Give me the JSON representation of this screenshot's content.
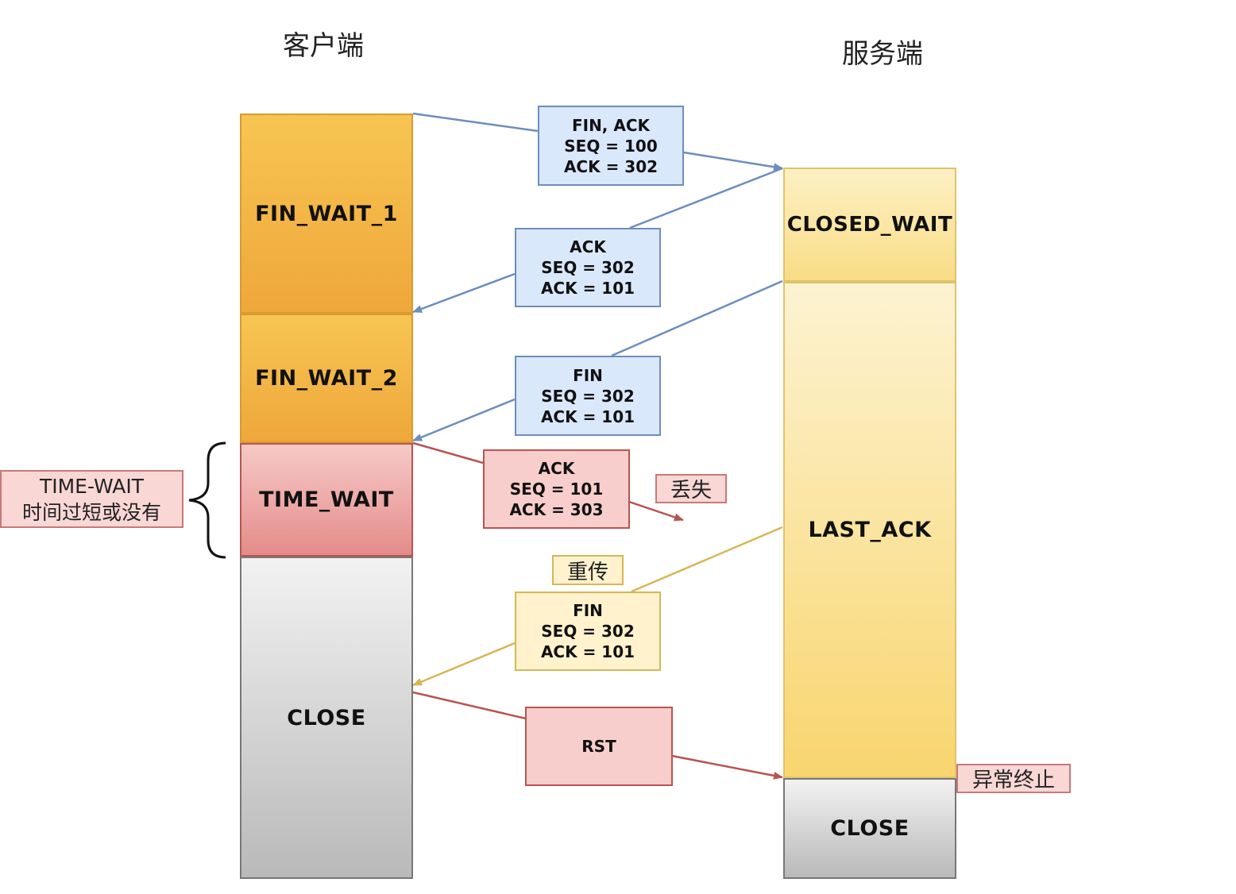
{
  "headers": {
    "client": "客户端",
    "server": "服务端"
  },
  "client_states": [
    {
      "label": "FIN_WAIT_1",
      "color": "#f5b942"
    },
    {
      "label": "FIN_WAIT_2",
      "color": "#f5b942"
    },
    {
      "label": "TIME_WAIT",
      "color": "#e88a8a"
    },
    {
      "label": "CLOSE",
      "color": "#d4d4d4"
    }
  ],
  "server_states": [
    {
      "label": "CLOSED_WAIT",
      "color": "#fae08a"
    },
    {
      "label": "LAST_ACK",
      "color": "#fae08a"
    },
    {
      "label": "CLOSE",
      "color": "#d4d4d4"
    }
  ],
  "messages": [
    {
      "lines": [
        "FIN, ACK",
        "SEQ = 100",
        "ACK = 302"
      ],
      "direction": "client-to-server",
      "style": "blue"
    },
    {
      "lines": [
        "ACK",
        "SEQ = 302",
        "ACK = 101"
      ],
      "direction": "server-to-client",
      "style": "blue"
    },
    {
      "lines": [
        "FIN",
        "SEQ = 302",
        "ACK = 101"
      ],
      "direction": "server-to-client",
      "style": "blue"
    },
    {
      "lines": [
        "ACK",
        "SEQ = 101",
        "ACK = 303"
      ],
      "direction": "client-to-server",
      "style": "red",
      "lost": true
    },
    {
      "lines": [
        "FIN",
        "SEQ = 302",
        "ACK = 101"
      ],
      "direction": "server-to-client",
      "style": "yellow",
      "retransmit": true
    },
    {
      "lines": [
        "RST"
      ],
      "direction": "client-to-server",
      "style": "red"
    }
  ],
  "notes": {
    "time_wait_line1": "TIME-WAIT",
    "time_wait_line2": "时间过短或没有",
    "lost": "丢失",
    "retransmit": "重传",
    "abnormal_termination": "异常终止"
  },
  "colors": {
    "blue_arrow": "#6c8ebf",
    "red_arrow": "#b85450",
    "yellow_arrow": "#d6b656"
  }
}
